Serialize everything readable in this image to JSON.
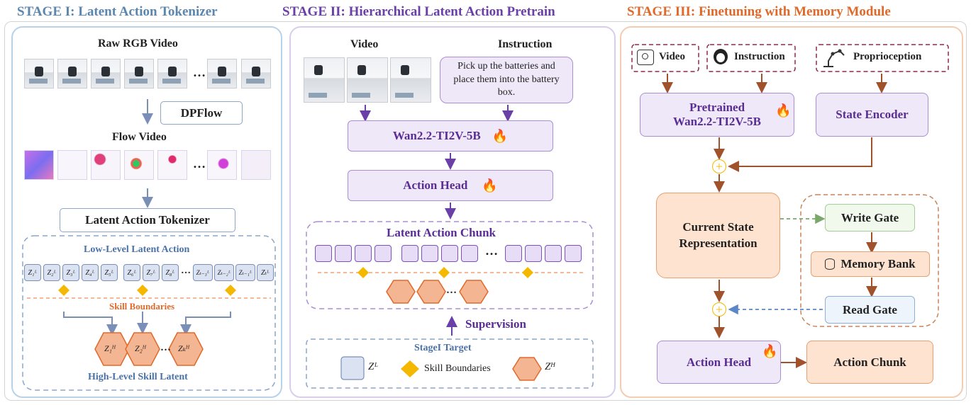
{
  "stage1": {
    "title": "STAGE I:  Latent Action Tokenizer",
    "raw_video": "Raw RGB Video",
    "dpflow": "DPFlow",
    "flow_video": "Flow Video",
    "tokenizer": "Latent Action Tokenizer",
    "low_level": "Low-Level Latent Action",
    "z_low": [
      "Z₁ᴸ",
      "Z₂ᴸ",
      "Z₃ᴸ",
      "Z₄ᴸ",
      "Z₅ᴸ",
      "Z₆ᴸ",
      "Z₇ᴸ",
      "Z₈ᴸ",
      "Zₜ₋₃ᴸ",
      "Zₜ₋₂ᴸ",
      "Zₜ₋₁ᴸ",
      "Zₜᴸ"
    ],
    "skill_boundaries": "Skill Boundaries",
    "z_high": [
      "Z₁ᴴ",
      "Z₂ᴴ",
      "Zₖᴴ"
    ],
    "high_level": "High-Level Skill Latent",
    "ellipsis": "…"
  },
  "stage2": {
    "title": "STAGE II: Hierarchical Latent Action Pretrain",
    "video": "Video",
    "instruction": "Instruction",
    "instruction_text": "Pick up the batteries and place them into the battery box.",
    "wan": "Wan2.2-TI2V-5B",
    "action_head": "Action Head",
    "chunk": "Latent Action Chunk",
    "supervision": "Supervision",
    "target_title": "StageI Target",
    "legend_zl": "Zᴸ",
    "legend_skill": "Skill Boundaries",
    "legend_zh": "Zᴴ",
    "ellipsis": "…"
  },
  "stage3": {
    "title": "STAGE III: Finetuning with Memory Module",
    "video": "Video",
    "instruction": "Instruction",
    "proprio": "Proprioception",
    "pretrained_line1": "Pretrained",
    "pretrained_line2": "Wan2.2-TI2V-5B",
    "state_encoder": "State Encoder",
    "current_state_line1": "Current State",
    "current_state_line2": "Representation",
    "write_gate": "Write Gate",
    "memory_bank": "Memory Bank",
    "read_gate": "Read Gate",
    "action_head": "Action Head",
    "action_chunk": "Action Chunk",
    "plus": "+"
  },
  "colors": {
    "stage1": "#5b86b0",
    "stage2": "#6b3fa8",
    "stage3": "#e0692a",
    "fire": "#f07828",
    "diamond": "#f5b800",
    "hex": "#f4b592"
  },
  "icons": [
    "fire-icon",
    "camera-icon",
    "person-icon",
    "robot-arm-icon",
    "database-icon"
  ]
}
